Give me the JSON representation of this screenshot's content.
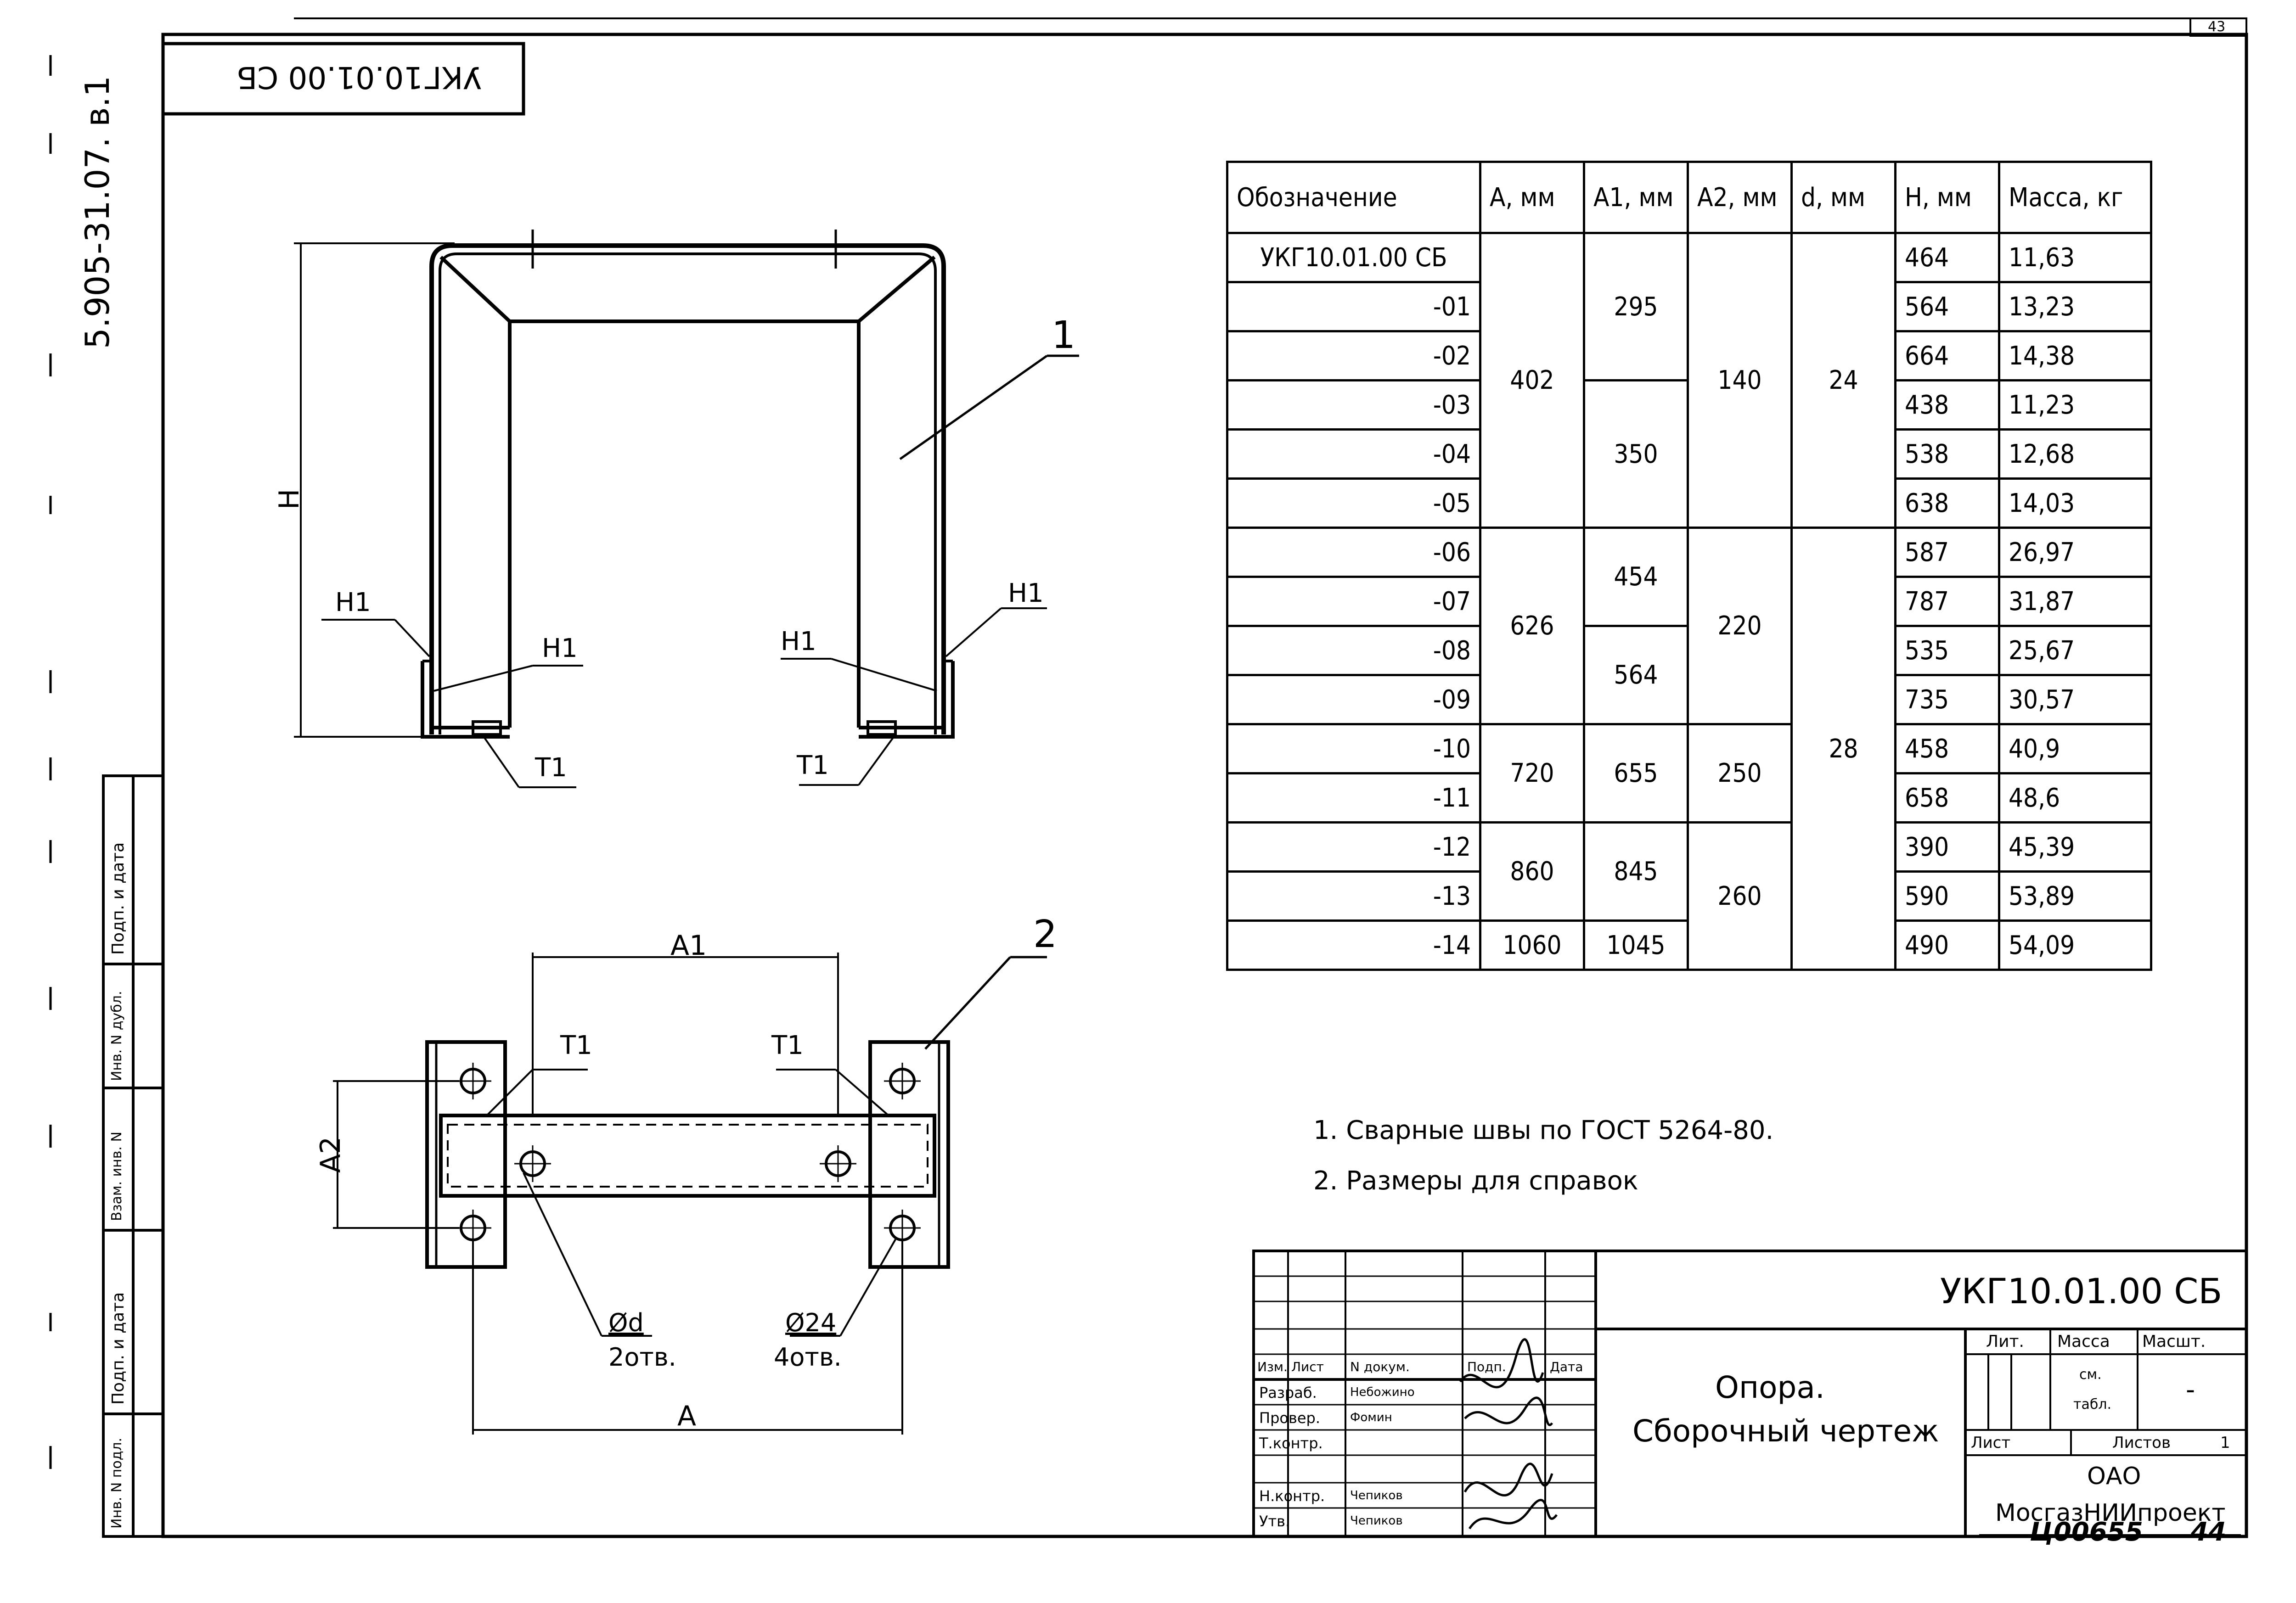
{
  "sheet": {
    "page_number": "43",
    "rotated_code": "УКГ10.01.00 СБ",
    "side_label": "5.905-31.07. в.1",
    "left_strip": [
      "Подп. и дата",
      "Инв. N дубл.",
      "Взам. инв. N",
      "Подп. и дата",
      "Инв. N подл."
    ]
  },
  "drawing_top": {
    "label_H": "H",
    "label_H1": "H1",
    "label_T1": "T1",
    "callout": "1"
  },
  "drawing_bottom": {
    "label_A1": "A1",
    "label_A2": "A2",
    "label_A": "A",
    "label_T1": "T1",
    "callout": "2",
    "hole_d": "Ød",
    "hole_d_count": "2отв.",
    "hole_24": "Ø24",
    "hole_24_count": "4отв."
  },
  "spec_table": {
    "headers": [
      "Обозначение",
      "A, мм",
      "A1, мм",
      "A2, мм",
      "d, мм",
      "H, мм",
      "Масса, кг"
    ],
    "designations": [
      "УКГ10.01.00 СБ",
      "-01",
      "-02",
      "-03",
      "-04",
      "-05",
      "-06",
      "-07",
      "-08",
      "-09",
      "-10",
      "-11",
      "-12",
      "-13",
      "-14"
    ],
    "A_groups": [
      "402",
      "626",
      "720",
      "860",
      "1060"
    ],
    "A1_groups": [
      "295",
      "350",
      "454",
      "564",
      "655",
      "845",
      "1045"
    ],
    "A2_groups": [
      "140",
      "220",
      "250",
      "260"
    ],
    "d_groups": [
      "24",
      "28"
    ],
    "H": [
      "464",
      "564",
      "664",
      "438",
      "538",
      "638",
      "587",
      "787",
      "535",
      "735",
      "458",
      "658",
      "390",
      "590",
      "490"
    ],
    "mass": [
      "11,63",
      "13,23",
      "14,38",
      "11,23",
      "12,68",
      "14,03",
      "26,97",
      "31,87",
      "25,67",
      "30,57",
      "40,9",
      "48,6",
      "45,39",
      "53,89",
      "54,09"
    ]
  },
  "notes": [
    "1. Сварные швы по ГОСТ 5264-80.",
    "2. Размеры для справок"
  ],
  "title_block": {
    "code": "УКГ10.01.00 СБ",
    "name_line1": "Опора.",
    "name_line2": "Сборочный чертеж",
    "col_headers": [
      "Изм.",
      "Лист",
      "N докум.",
      "Подп.",
      "Дата"
    ],
    "roles": [
      "Разраб.",
      "Провер.",
      "Т.контр.",
      "Н.контр.",
      "Утв."
    ],
    "names": [
      "Небожино",
      "Фомин",
      "",
      "Чепиков",
      "Чепиков"
    ],
    "lit_label": "Лит.",
    "mass_label": "Масса",
    "scale_label": "Масшт.",
    "mass_value_1": "см.",
    "mass_value_2": "табл.",
    "scale_value": "-",
    "sheet_label": "Лист",
    "sheets_label": "Листов",
    "sheets_value": "1",
    "org_line1": "ОАО",
    "org_line2": "МосгазНИИпроект",
    "archive_number": "Ц00655",
    "archive_page": "44"
  }
}
